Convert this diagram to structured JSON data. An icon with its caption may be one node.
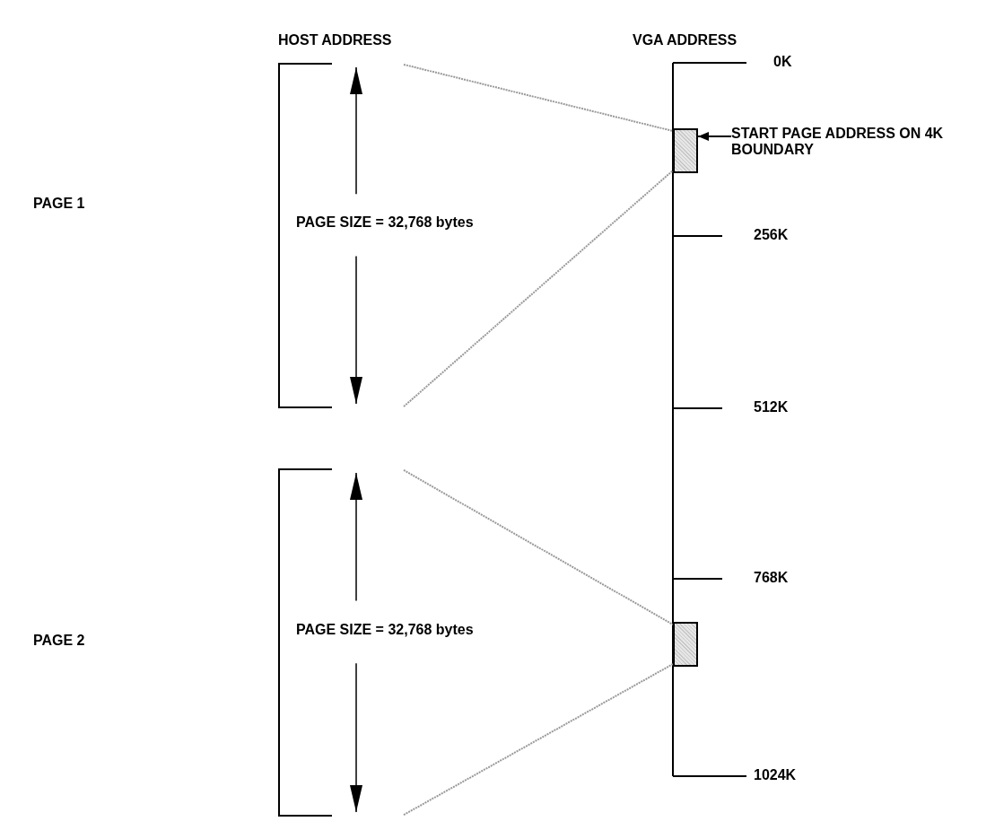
{
  "diagram": {
    "nodes": [
      {
        "text": [
          "PAGE SIZE = 32,768 bytes"
        ]
      },
      {
        "text": [
          "PAGE SIZE = 32,768 bytes"
        ]
      },
      {
        "text": [],
        "shape": "box"
      },
      {
        "text": [],
        "shape": "box"
      },
      {
        "text": [
          "START PAGE ADDRESS ON 4K BOUNDARY"
        ]
      }
    ],
    "edges": [
      {
        "from": 0,
        "to": 2,
        "arrow": "none",
        "style": "dashed",
        "color": "#999999"
      },
      {
        "from": 0,
        "to": 2,
        "arrow": "none",
        "style": "dashed",
        "color": "#999999"
      },
      {
        "from": 4,
        "to": 2,
        "arrow": "to",
        "color": "#000000"
      },
      {
        "from": 1,
        "to": 3,
        "arrow": "none",
        "style": "dashed",
        "color": "#999999"
      },
      {
        "from": 1,
        "to": 3,
        "arrow": "none",
        "style": "dashed",
        "color": "#999999"
      }
    ],
    "labels": [
      "HOST ADDRESS",
      "VGA ADDRESS",
      "0K",
      "PAGE 1",
      "256K",
      "512K",
      "768K",
      "PAGE 2",
      "1024K"
    ]
  }
}
